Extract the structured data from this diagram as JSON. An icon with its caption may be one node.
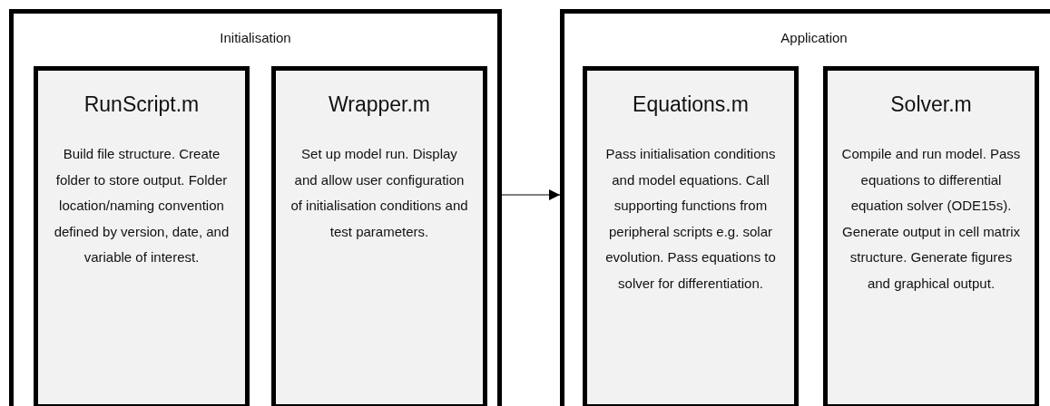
{
  "diagram": {
    "nodes": [
      {
        "text": [
          "Initialisation"
        ]
      },
      {
        "text": [
          "RunScript.m",
          "Build file structure. Create folder to store output. Folder location/naming convention defined by version, date, and variable of interest."
        ],
        "in": 0
      },
      {
        "text": [
          "Wrapper.m",
          "Set up model run. Display and allow user configuration of initialisation conditions and test parameters."
        ],
        "in": 0
      },
      {
        "text": [
          "Application"
        ]
      },
      {
        "text": [
          "Equations.m",
          "Pass initialisation conditions and model equations. Call supporting functions from peripheral scripts e.g. solar evolution. Pass equations to solver for differentiation."
        ],
        "in": 3
      },
      {
        "text": [
          "Solver.m",
          "Compile and run model. Pass equations to differential equation solver (ODE15s). Generate output in cell matrix structure. Generate figures and graphical output."
        ],
        "in": 3
      }
    ],
    "edges": [
      {
        "from": 0,
        "to": 3,
        "arrow": "to"
      }
    ]
  }
}
